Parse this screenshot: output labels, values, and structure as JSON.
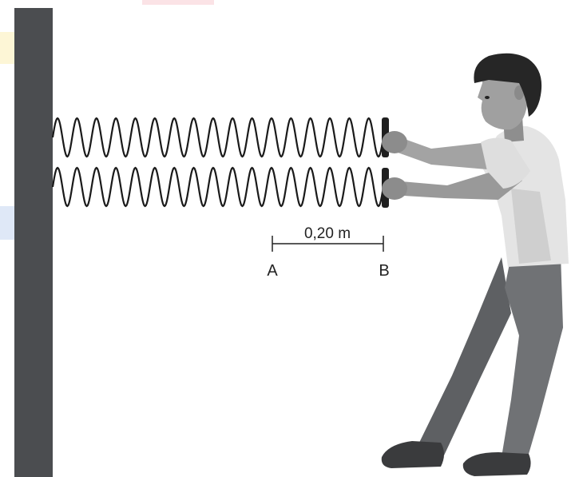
{
  "figure": {
    "distance_label": "0,20 m",
    "point_a": "A",
    "point_b": "B"
  },
  "colors": {
    "wall": "#4b4d50",
    "spring": "#1a1a1a",
    "shirt": "#e4e4e4",
    "pants": "#6a6c6f",
    "shoes": "#3a3b3d",
    "skin": "#9b9b9b",
    "hair": "#262626"
  }
}
